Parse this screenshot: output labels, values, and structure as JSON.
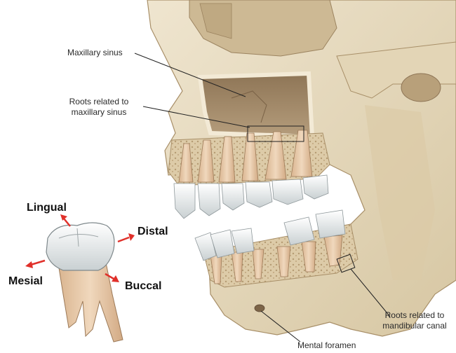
{
  "labels": {
    "maxillary_sinus": "Maxillary sinus",
    "roots_maxillary_line1": "Roots related to",
    "roots_maxillary_line2": "maxillary sinus",
    "roots_mandibular_line1": "Roots related to",
    "roots_mandibular_line2": "mandibular canal",
    "mental_foramen": "Mental foramen"
  },
  "directions": {
    "lingual": "Lingual",
    "distal": "Distal",
    "mesial": "Mesial",
    "buccal": "Buccal"
  },
  "colors": {
    "bone": "#e6d9bf",
    "bone_shadow": "#c9b690",
    "sinus": "#a88f6e",
    "cancellous": "#d8c6a2",
    "root": "#e7c9a8",
    "enamel": "#f1f3f3",
    "arrow": "#e0302a",
    "leader": "#222222"
  }
}
